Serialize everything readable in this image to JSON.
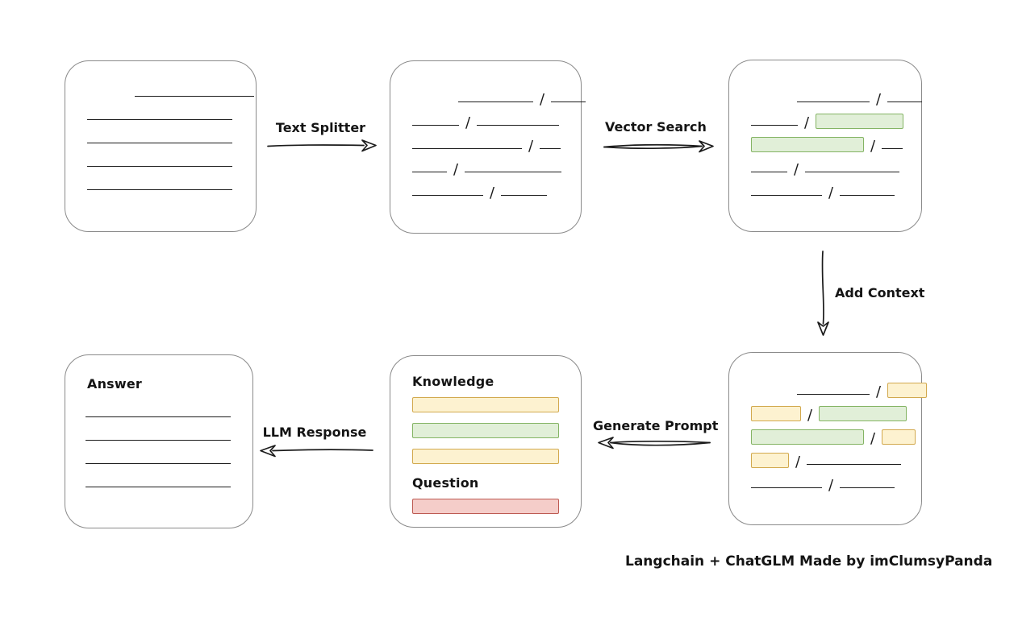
{
  "caption": "Langchain + ChatGLM Made by imClumsyPanda",
  "colors": {
    "box_border": "#8a8a8a",
    "line": "#1b1b1b",
    "green_fill": "#e1efd8",
    "green_border": "#84b464",
    "yellow_fill": "#fdf2d0",
    "yellow_border": "#d2a94e",
    "red_fill": "#f5cdc9",
    "red_border": "#bd5a52"
  },
  "arrows": {
    "text_splitter": {
      "label": "Text Splitter"
    },
    "vector_search": {
      "label": "Vector Search"
    },
    "add_context": {
      "label": "Add Context"
    },
    "generate_prompt": {
      "label": "Generate Prompt"
    },
    "llm_response": {
      "label": "LLM Response"
    }
  },
  "nodes": {
    "source_document": {
      "rows": [
        {
          "indent": 59,
          "segs": [
            [
              "line",
              148
            ]
          ]
        },
        {
          "segs": [
            [
              "line",
              180
            ]
          ]
        },
        {
          "segs": [
            [
              "line",
              180
            ]
          ]
        },
        {
          "segs": [
            [
              "line",
              180
            ]
          ]
        },
        {
          "segs": [
            [
              "line",
              180
            ]
          ]
        }
      ]
    },
    "split_chunks": {
      "rows": [
        {
          "indent": 57,
          "segs": [
            [
              "line",
              93
            ],
            [
              "slash"
            ],
            [
              "line",
              43
            ]
          ]
        },
        {
          "segs": [
            [
              "line",
              58
            ],
            [
              "slash"
            ],
            [
              "line",
              102
            ]
          ]
        },
        {
          "segs": [
            [
              "line",
              136
            ],
            [
              "slash"
            ],
            [
              "line",
              26
            ]
          ]
        },
        {
          "segs": [
            [
              "line",
              43
            ],
            [
              "slash"
            ],
            [
              "line",
              120
            ]
          ]
        },
        {
          "segs": [
            [
              "line",
              88
            ],
            [
              "slash"
            ],
            [
              "line",
              57
            ]
          ]
        }
      ]
    },
    "matched_chunks": {
      "rows": [
        {
          "indent": 57,
          "segs": [
            [
              "line",
              90
            ],
            [
              "slash"
            ],
            [
              "line",
              43
            ]
          ]
        },
        {
          "segs": [
            [
              "line",
              58
            ],
            [
              "slash"
            ],
            [
              "green",
              107
            ]
          ]
        },
        {
          "segs": [
            [
              "green",
              138
            ],
            [
              "slash"
            ],
            [
              "line",
              26
            ]
          ]
        },
        {
          "segs": [
            [
              "line",
              45
            ],
            [
              "slash"
            ],
            [
              "line",
              117
            ]
          ]
        },
        {
          "segs": [
            [
              "line",
              88
            ],
            [
              "slash"
            ],
            [
              "line",
              68
            ]
          ]
        }
      ]
    },
    "context_chunks": {
      "rows": [
        {
          "indent": 57,
          "segs": [
            [
              "line",
              90
            ],
            [
              "slash"
            ],
            [
              "yellow",
              47
            ]
          ]
        },
        {
          "segs": [
            [
              "yellow",
              60
            ],
            [
              "slash"
            ],
            [
              "green",
              107
            ]
          ]
        },
        {
          "segs": [
            [
              "green",
              138
            ],
            [
              "slash"
            ],
            [
              "yellow",
              40
            ]
          ]
        },
        {
          "segs": [
            [
              "yellow",
              45
            ],
            [
              "slash"
            ],
            [
              "line",
              117
            ]
          ]
        },
        {
          "segs": [
            [
              "line",
              88
            ],
            [
              "slash"
            ],
            [
              "line",
              68
            ]
          ]
        }
      ]
    },
    "prompt": {
      "knowledge_label": "Knowledge",
      "question_label": "Question",
      "knowledge_bars": [
        "yellow",
        "green",
        "yellow"
      ],
      "question_bars": [
        "red"
      ]
    },
    "answer": {
      "label": "Answer",
      "rows": [
        {
          "segs": [
            [
              "line",
              180
            ]
          ]
        },
        {
          "segs": [
            [
              "line",
              180
            ]
          ]
        },
        {
          "segs": [
            [
              "line",
              180
            ]
          ]
        },
        {
          "segs": [
            [
              "line",
              180
            ]
          ]
        }
      ]
    }
  }
}
